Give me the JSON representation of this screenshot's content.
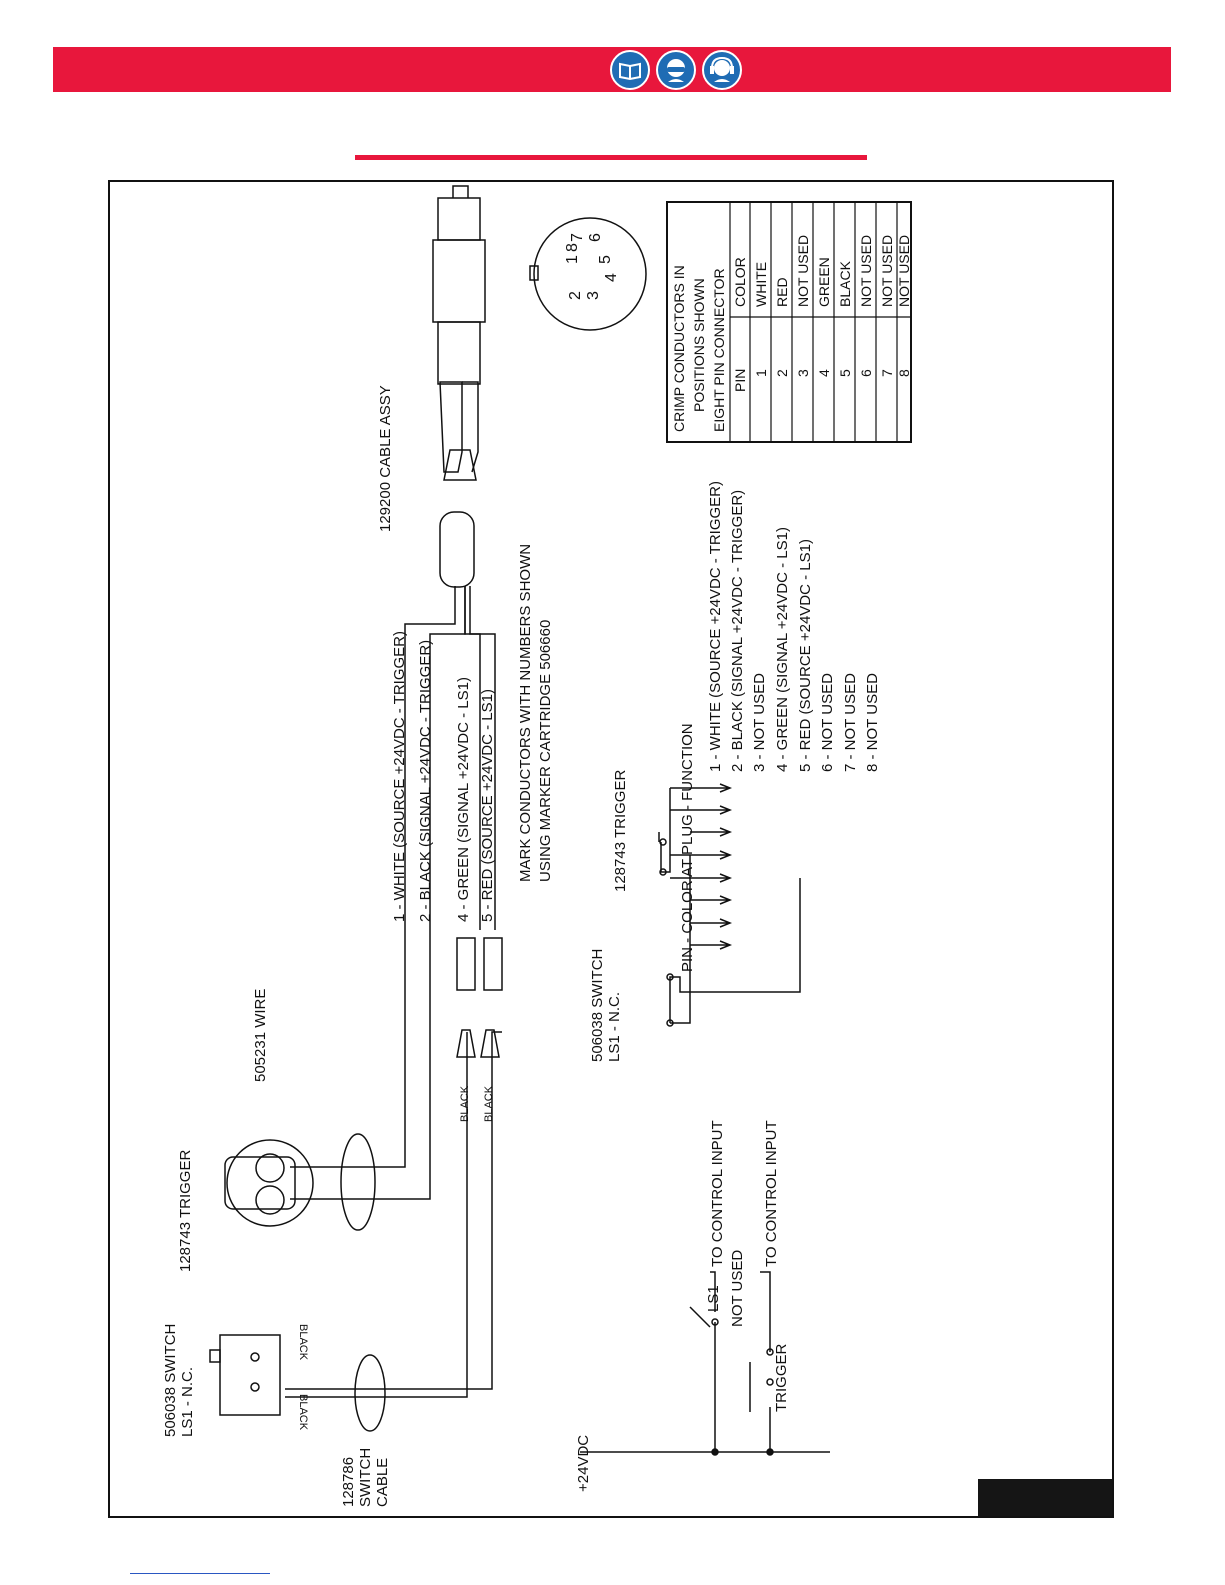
{
  "header": {
    "icons": [
      "manual-book-icon",
      "safety-glasses-icon",
      "hearing-protection-icon"
    ],
    "accent_color": "#e8173c",
    "icon_color": "#1f6cb4"
  },
  "diagram": {
    "cable_assy": "129200 CABLE ASSY",
    "mark_note_1": "MARK CONDUCTORS WITH NUMBERS SHOWN",
    "mark_note_2": "USING MARKER CARTRIDGE 506660",
    "wire_labels": [
      "1 - WHITE (SOURCE +24VDC - TRIGGER)",
      "2 - BLACK (SIGNAL +24VDC - TRIGGER)",
      "4 - GREEN (SIGNAL +24VDC - LS1)",
      "5 - RED (SOURCE +24VDC - LS1)"
    ],
    "wire_505231": "505231 WIRE",
    "trigger_128743": "128743 TRIGGER",
    "switch_506038": "506038 SWITCH",
    "ls1_nc": "LS1 - N.C.",
    "switch_cable": [
      "128786",
      "SWITCH",
      "CABLE"
    ],
    "black": "BLACK",
    "black_flipped": "BLACK",
    "pin_header": "PIN - COLOR AT PLUG - FUNCTION",
    "pin_lines": [
      "1 - WHITE (SOURCE +24VDC - TRIGGER)",
      "2 - BLACK (SIGNAL +24VDC - TRIGGER)",
      "3 - NOT USED",
      "4 - GREEN (SIGNAL +24VDC - LS1)",
      "5 - RED (SOURCE +24VDC - LS1)",
      "6 - NOT USED",
      "7 - NOT USED",
      "8 - NOT USED"
    ],
    "to_control_input": "TO CONTROL INPUT",
    "ls1": "LS1",
    "not_used": "NOT USED",
    "trigger": "TRIGGER",
    "v24": "+24VDC",
    "connector_pins": [
      "1",
      "2",
      "3",
      "4",
      "5",
      "6",
      "7",
      "8"
    ]
  },
  "crimp_table": {
    "title_lines": [
      "CRIMP CONDUCTORS IN",
      "POSITIONS SHOWN",
      "EIGHT PIN CONNECTOR"
    ],
    "col_pin": "PIN",
    "col_color": "COLOR",
    "rows": [
      {
        "pin": "1",
        "color": "WHITE"
      },
      {
        "pin": "2",
        "color": "RED"
      },
      {
        "pin": "3",
        "color": "NOT USED"
      },
      {
        "pin": "4",
        "color": "GREEN"
      },
      {
        "pin": "5",
        "color": "BLACK"
      },
      {
        "pin": "6",
        "color": "NOT USED"
      },
      {
        "pin": "7",
        "color": "NOT USED"
      },
      {
        "pin": "8",
        "color": "NOT USED"
      }
    ]
  }
}
